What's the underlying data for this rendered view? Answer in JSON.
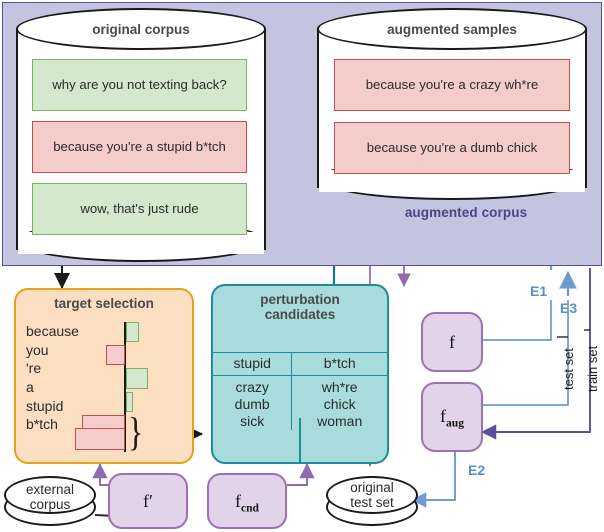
{
  "panel": {
    "label": "augmented corpus"
  },
  "original_corpus": {
    "title": "original corpus",
    "samples": [
      {
        "text": "why are you not texting back?",
        "tone": "green"
      },
      {
        "text": "because you're a stupid b*tch",
        "tone": "red"
      },
      {
        "text": "wow, that's just rude",
        "tone": "green"
      }
    ]
  },
  "augmented_samples": {
    "title": "augmented samples",
    "samples": [
      {
        "text": "because you're a crazy wh*re",
        "tone": "red"
      },
      {
        "text": "because you're a dumb chick",
        "tone": "red"
      }
    ]
  },
  "target_selection": {
    "title": "target selection",
    "tokens": [
      "because",
      "you",
      "'re",
      "a",
      "stupid",
      "b*tch"
    ],
    "scores": [
      0.18,
      -0.3,
      0.4,
      0.1,
      -0.72,
      -0.95
    ],
    "score_tones": [
      "green",
      "red",
      "green",
      "green",
      "red",
      "red"
    ]
  },
  "perturbation": {
    "title_line1": "perturbation",
    "title_line2": "candidates",
    "headers": [
      "stupid",
      "b*tch"
    ],
    "columns": [
      [
        "crazy",
        "dumb",
        "sick"
      ],
      [
        "wh*re",
        "chick",
        "woman"
      ]
    ]
  },
  "models": {
    "f": "f",
    "f_aug_base": "f",
    "f_aug_sub": "aug",
    "f_prime": "f′",
    "f_cnd_base": "f",
    "f_cnd_sub": "cnd"
  },
  "stores": {
    "external_corpus_line1": "external",
    "external_corpus_line2": "corpus",
    "original_test_line1": "original",
    "original_test_line2": "test set"
  },
  "experiments": {
    "e1": "E1",
    "e2": "E2",
    "e3": "E3",
    "test_set": "test set",
    "train_set": "train set"
  },
  "colors": {
    "panel_fill": "#c4c3e0",
    "panel_stroke": "#5b4f9a",
    "panel_text": "#4d4487",
    "green_fill": "#d4e8cd",
    "green_stroke": "#77b45f",
    "red_fill": "#f4cdcb",
    "red_stroke": "#c0504d",
    "orange_fill": "#fcdfc0",
    "orange_stroke": "#e8a217",
    "teal_fill": "#a8dcdc",
    "teal_stroke": "#1b8e99",
    "purple_fill": "#e2d3e9",
    "purple_stroke": "#9d6fb3",
    "blue_arrow": "#6f9bd1",
    "teal_arrow": "#127d82",
    "violet_arrow": "#8f6bb0",
    "dark_arrow": "#1a1a1a"
  }
}
